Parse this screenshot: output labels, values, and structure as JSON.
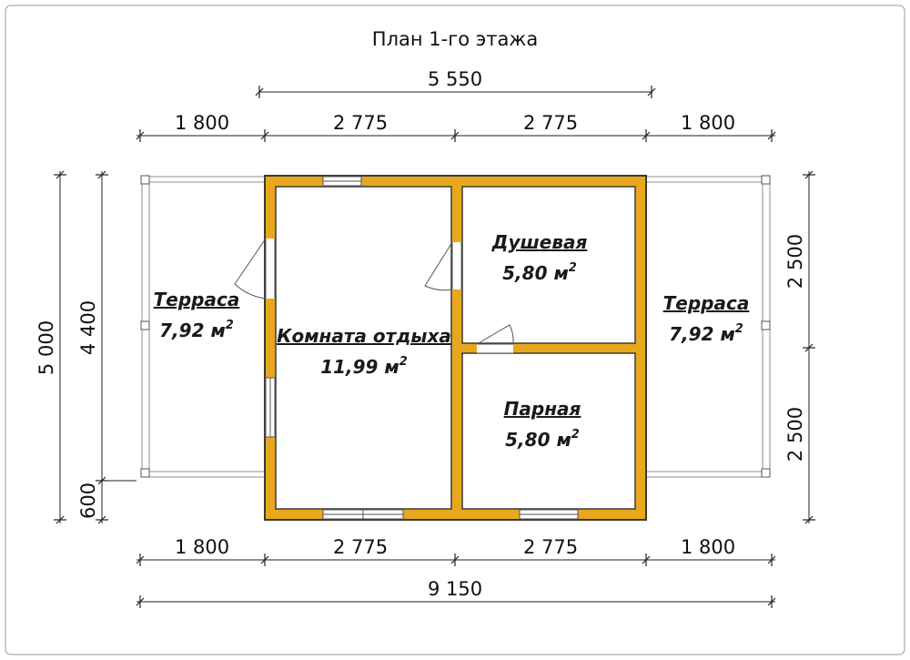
{
  "title": "План 1-го этажа",
  "dimensions": {
    "top_total": "5 550",
    "top_terrace_left": "1 800",
    "top_mid_left": "2 775",
    "top_mid_right": "2 775",
    "top_terrace_right": "1 800",
    "bottom_terrace_left": "1 800",
    "bottom_mid_left": "2 775",
    "bottom_mid_right": "2 775",
    "bottom_terrace_right": "1 800",
    "bottom_total": "9 150",
    "left_total": "5 000",
    "left_main": "4 400",
    "left_small": "600",
    "right_top": "2 500",
    "right_bottom": "2 500"
  },
  "rooms": {
    "terrace_left": {
      "name": "Терраса",
      "area": "7,92 м",
      "unit_power": "2"
    },
    "rest_room": {
      "name": "Комната отдыха",
      "area": "11,99 м",
      "unit_power": "2"
    },
    "shower": {
      "name": "Душевая",
      "area": "5,80 м",
      "unit_power": "2"
    },
    "steam_room": {
      "name": "Парная",
      "area": "5,80 м",
      "unit_power": "2"
    },
    "terrace_right": {
      "name": "Терраса",
      "area": "7,92 м",
      "unit_power": "2"
    }
  },
  "colors": {
    "wall": "#E8A81E",
    "line": "#222222",
    "terrace_line": "#8c8c8c"
  }
}
